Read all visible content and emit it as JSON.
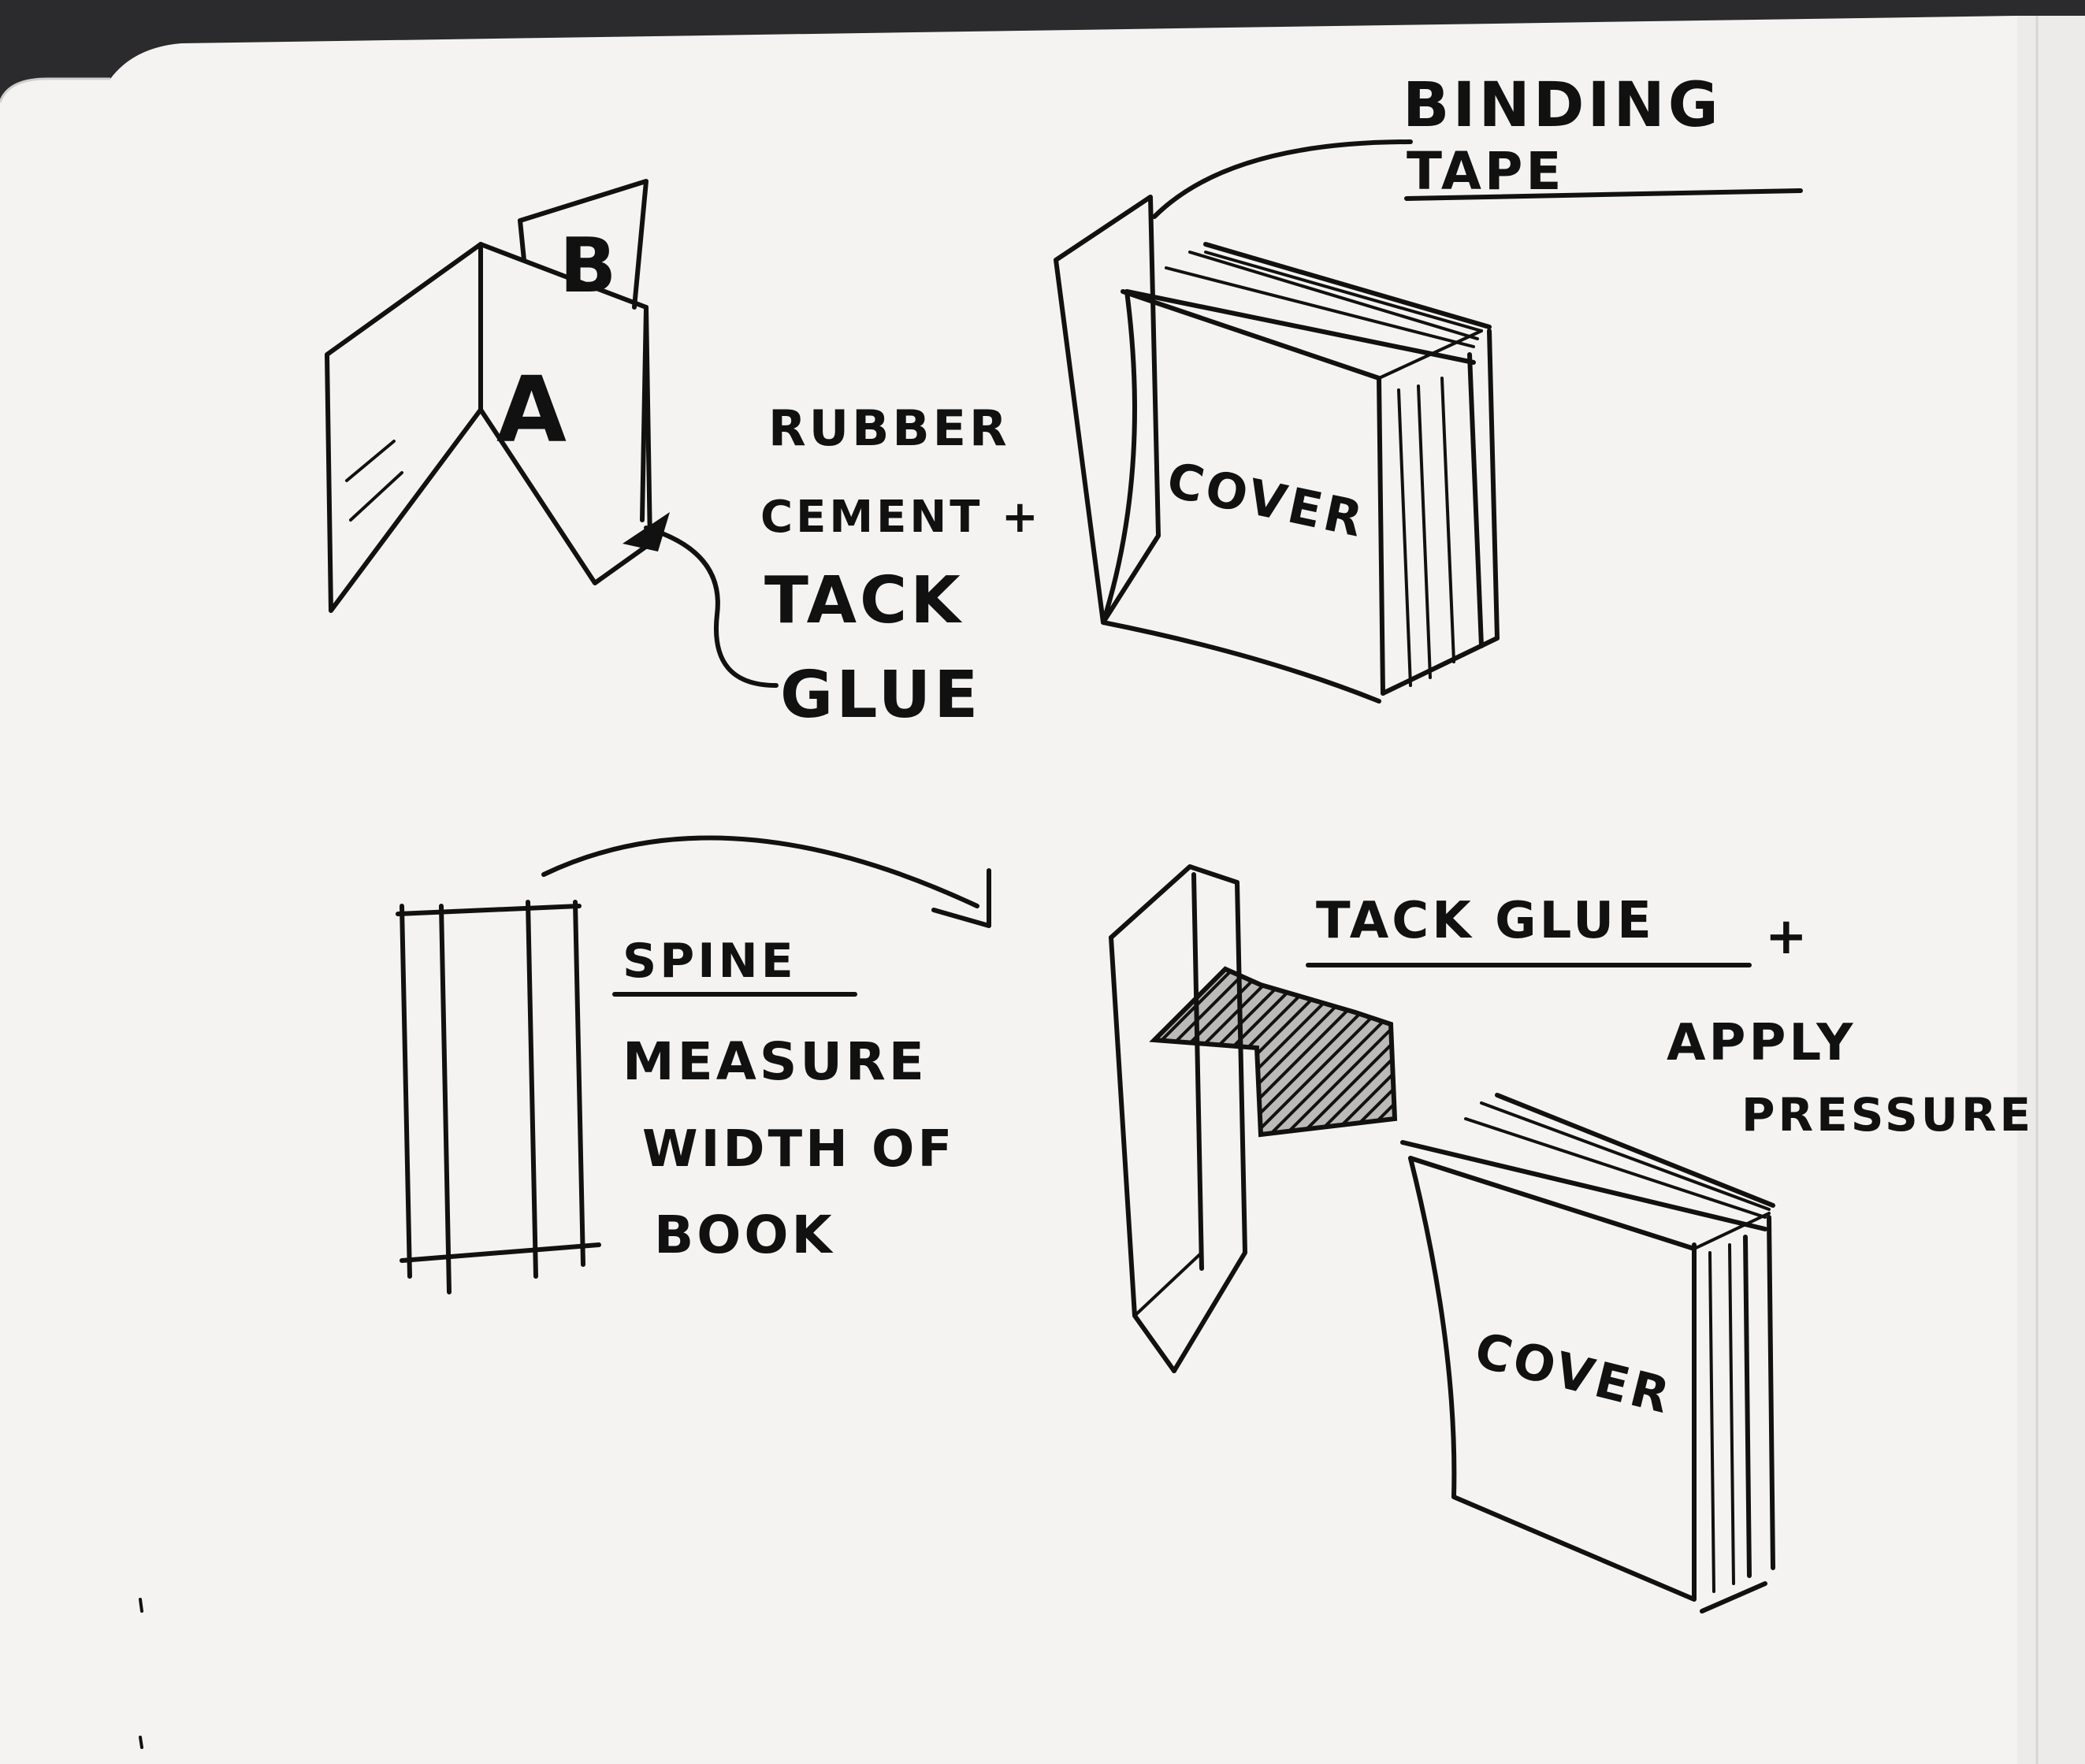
{
  "sketch1": {
    "panel_a_label": "A",
    "panel_b_label": "B"
  },
  "note_rubber_cement": {
    "line1": "RUBBER",
    "line2": "CEMENT +",
    "line3": "TACK",
    "line4": "GLUE"
  },
  "note_binding_tape": {
    "line1": "BINDING",
    "line2": "TAPE"
  },
  "book_top": {
    "cover_label": "COVER"
  },
  "note_spine": {
    "title": "SPINE",
    "line1": "MEASURE",
    "line2": "WIDTH OF",
    "line3": "BOOK"
  },
  "note_tack_glue": {
    "line1": "TACK GLUE",
    "plus": "+",
    "line2": "APPLY",
    "line3": "PRESSURE"
  },
  "book_bottom": {
    "cover_label": "COVER"
  }
}
